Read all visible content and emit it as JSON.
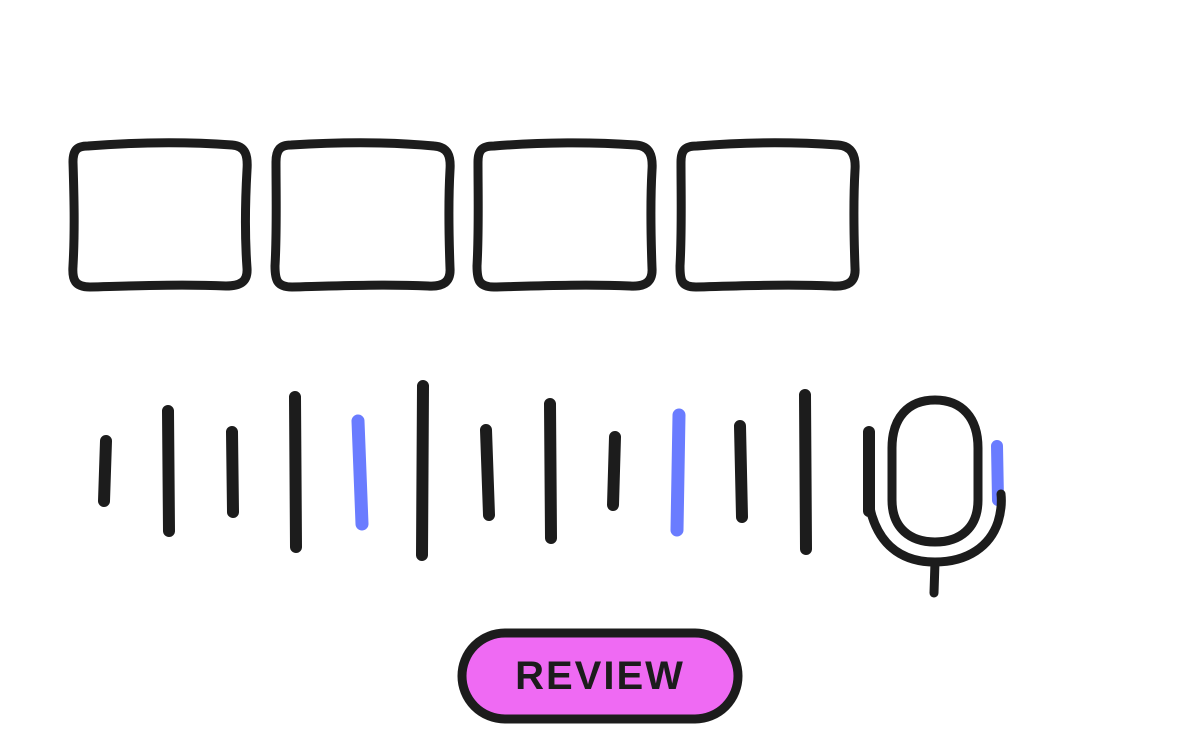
{
  "colors": {
    "ink": "#1c1c1c",
    "accent_blue": "#6a7cff",
    "button_fill": "#ef6af3",
    "background": "#ffffff"
  },
  "slots": {
    "count": 4,
    "filled": 0
  },
  "waveform": {
    "bar_count": 13,
    "highlighted_bar_indices": [
      4,
      9
    ]
  },
  "microphone": {
    "icon": "microphone-icon"
  },
  "review_button": {
    "label": "REVIEW"
  }
}
